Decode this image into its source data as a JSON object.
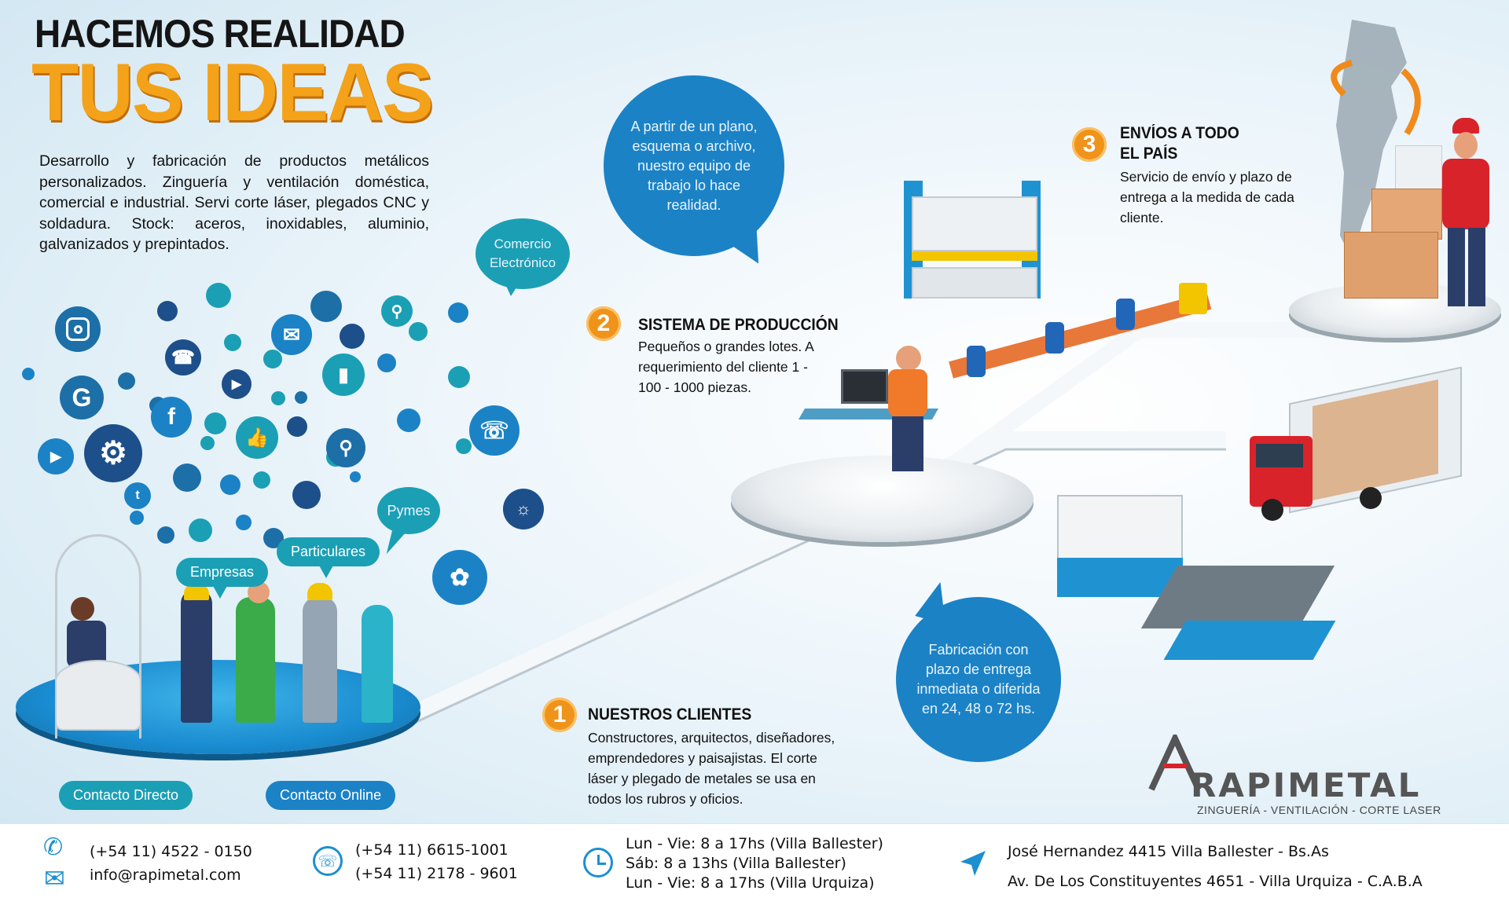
{
  "headline": {
    "line1": "HACEMOS REALIDAD",
    "line2": "TUS IDEAS"
  },
  "intro": "Desarrollo y fabricación de productos metálicos personalizados. Zinguería y ventilación doméstica, comercial e industrial. Servi corte láser, plegados CNC y soldadura. Stock: aceros, inoxidables, aluminio, galvanizados y prepintados.",
  "bubbles": {
    "plano": "A partir de un plano, esquema o archivo, nuestro equipo de  trabajo lo hace realidad.",
    "fabricacion": "Fabricación con plazo de entrega inmediata o diferida en  24, 48 o 72 hs.",
    "comercio": "Comercio Electrónico",
    "pymes": "Pymes",
    "particulares": "Particulares",
    "empresas": "Empresas",
    "contacto_directo": "Contacto Directo",
    "contacto_online": "Contacto Online"
  },
  "steps": [
    {
      "num": "1",
      "title": "NUESTROS CLIENTES",
      "text": "Constructores, arquitectos, diseñadores, emprendedores y paisajistas. El corte láser y plegado de metales se usa en todos los rubros y oficios."
    },
    {
      "num": "2",
      "title": "SISTEMA DE PRODUCCIÓN",
      "text": "Pequeños o grandes lotes. A requerimiento del cliente 1 - 100 - 1000 piezas."
    },
    {
      "num": "3",
      "title_l1": "ENVÍOS A TODO",
      "title_l2": "EL PAÍS",
      "text": "Servicio de envío y plazo de entrega a la medida de cada cliente."
    }
  ],
  "icons": [
    "instagram-icon",
    "phone-icon",
    "email-icon",
    "search-icon",
    "google-icon",
    "facebook-icon",
    "video-icon",
    "smartphone-icon",
    "whatsapp-icon",
    "youtube-icon",
    "settings-icon",
    "like-icon",
    "location-icon",
    "twitter-icon",
    "idea-icon",
    "brain-icon"
  ],
  "logo": {
    "brand": "RAPIMETAL",
    "tagline": "ZINGUERÍA - VENTILACIÓN - CORTE LASER"
  },
  "footer": {
    "phone": "(+54 11) 4522 - 0150",
    "email": "info@rapimetal.com",
    "whatsapp1": "(+54 11) 6615-1001",
    "whatsapp2": "(+54 11) 2178 - 9601",
    "hours1": "Lun - Vie: 8 a 17hs (Villa Ballester)",
    "hours2": "Sáb: 8 a 13hs (Villa Ballester)",
    "hours3": "Lun - Vie: 8 a 17hs (Villa Urquiza)",
    "address1": "José Hernandez 4415 Villa Ballester - Bs.As",
    "address2": "Av. De Los Constituyentes 4651 - Villa Urquiza - C.A.B.A"
  },
  "colors": {
    "accent_orange": "#f4a21a",
    "brand_blue": "#1b82c6",
    "teal": "#1b9fb5",
    "logo_red": "#d9232a"
  }
}
